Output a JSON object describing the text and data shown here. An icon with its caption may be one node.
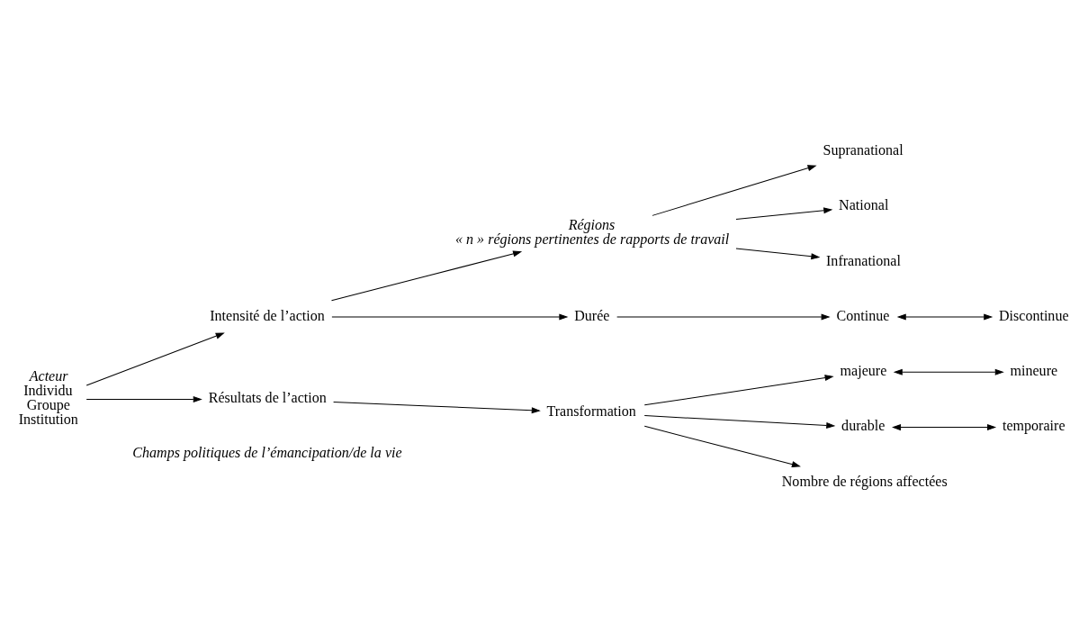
{
  "diagram": {
    "nodes": [
      {
        "text": [
          "Régions",
          "« n » régions pertinentes de rapports de travail"
        ]
      },
      {
        "text": [
          "Supranational"
        ]
      },
      {
        "text": [
          "National"
        ]
      },
      {
        "text": [
          "Infranational"
        ]
      },
      {
        "text": [
          "Acteur",
          "Individu",
          "Groupe",
          "Institution"
        ]
      },
      {
        "text": [
          "Intensité de l’action"
        ]
      },
      {
        "text": [
          "Durée"
        ]
      },
      {
        "text": [
          "Continue"
        ]
      },
      {
        "text": [
          "Discontinue"
        ]
      },
      {
        "text": [
          "Résultats de l’action"
        ]
      },
      {
        "text": [
          "Transformation"
        ]
      },
      {
        "text": [
          "majeure"
        ]
      },
      {
        "text": [
          "mineure"
        ]
      },
      {
        "text": [
          "durable"
        ]
      },
      {
        "text": [
          "temporaire"
        ]
      },
      {
        "text": [
          "Nombre de régions affectées"
        ]
      }
    ],
    "edges": [
      {
        "from": 0,
        "to": 1,
        "arrow": "to"
      },
      {
        "from": 0,
        "to": 2,
        "arrow": "to"
      },
      {
        "from": 0,
        "to": 3,
        "arrow": "to"
      },
      {
        "from": 5,
        "to": 0,
        "arrow": "to"
      },
      {
        "from": 4,
        "to": 5,
        "arrow": "to"
      },
      {
        "from": 5,
        "to": 6,
        "arrow": "to"
      },
      {
        "from": 6,
        "to": 7,
        "arrow": "to"
      },
      {
        "from": 7,
        "to": 8,
        "arrow": "both"
      },
      {
        "from": 4,
        "to": 9,
        "arrow": "to"
      },
      {
        "from": 9,
        "to": 10,
        "arrow": "to"
      },
      {
        "from": 10,
        "to": 11,
        "arrow": "to"
      },
      {
        "from": 11,
        "to": 12,
        "arrow": "both"
      },
      {
        "from": 10,
        "to": 13,
        "arrow": "to"
      },
      {
        "from": 13,
        "to": 14,
        "arrow": "both"
      },
      {
        "from": 10,
        "to": 15,
        "arrow": "to"
      }
    ],
    "labels": [
      "Champs politiques de l’émancipation/de la vie"
    ]
  }
}
